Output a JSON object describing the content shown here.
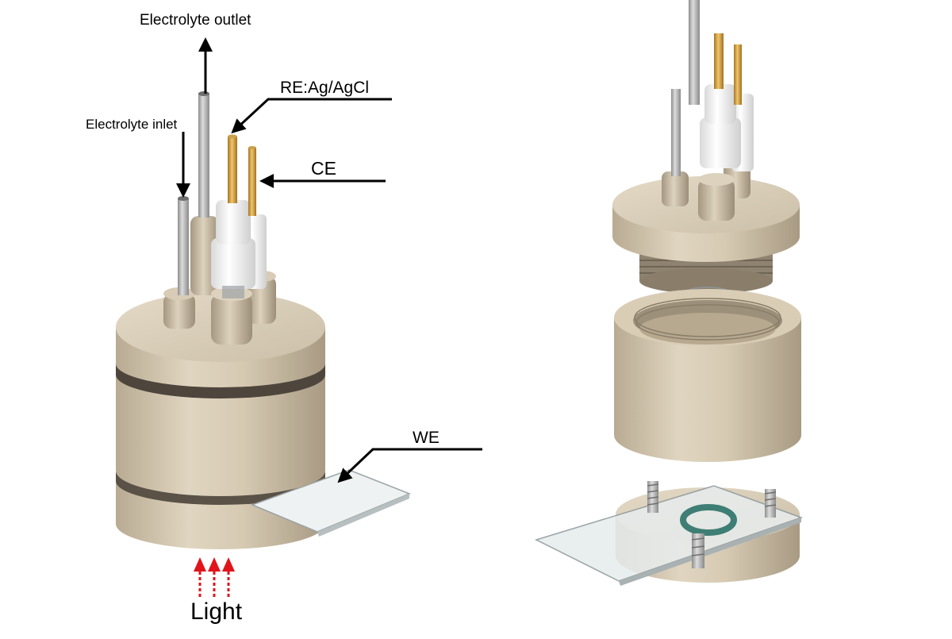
{
  "labels": {
    "electrolyte_outlet": "Electrolyte outlet",
    "electrolyte_inlet": "Electrolyte inlet",
    "reference_electrode": "RE:Ag/AgCl",
    "counter_electrode": "CE",
    "working_electrode": "WE",
    "light": "Light"
  },
  "colors": {
    "body_peek": "#d8ccb6",
    "body_shade": "#b8aa92",
    "steel_tube": "#b4b4b4",
    "gold_pin": "#d4a24a",
    "ptfe_sleeve": "#f4f4f4",
    "glass": "#e6eced",
    "o_ring": "#3f7e74",
    "light_arrows": "#e1141b",
    "leader_lines": "#000000"
  }
}
